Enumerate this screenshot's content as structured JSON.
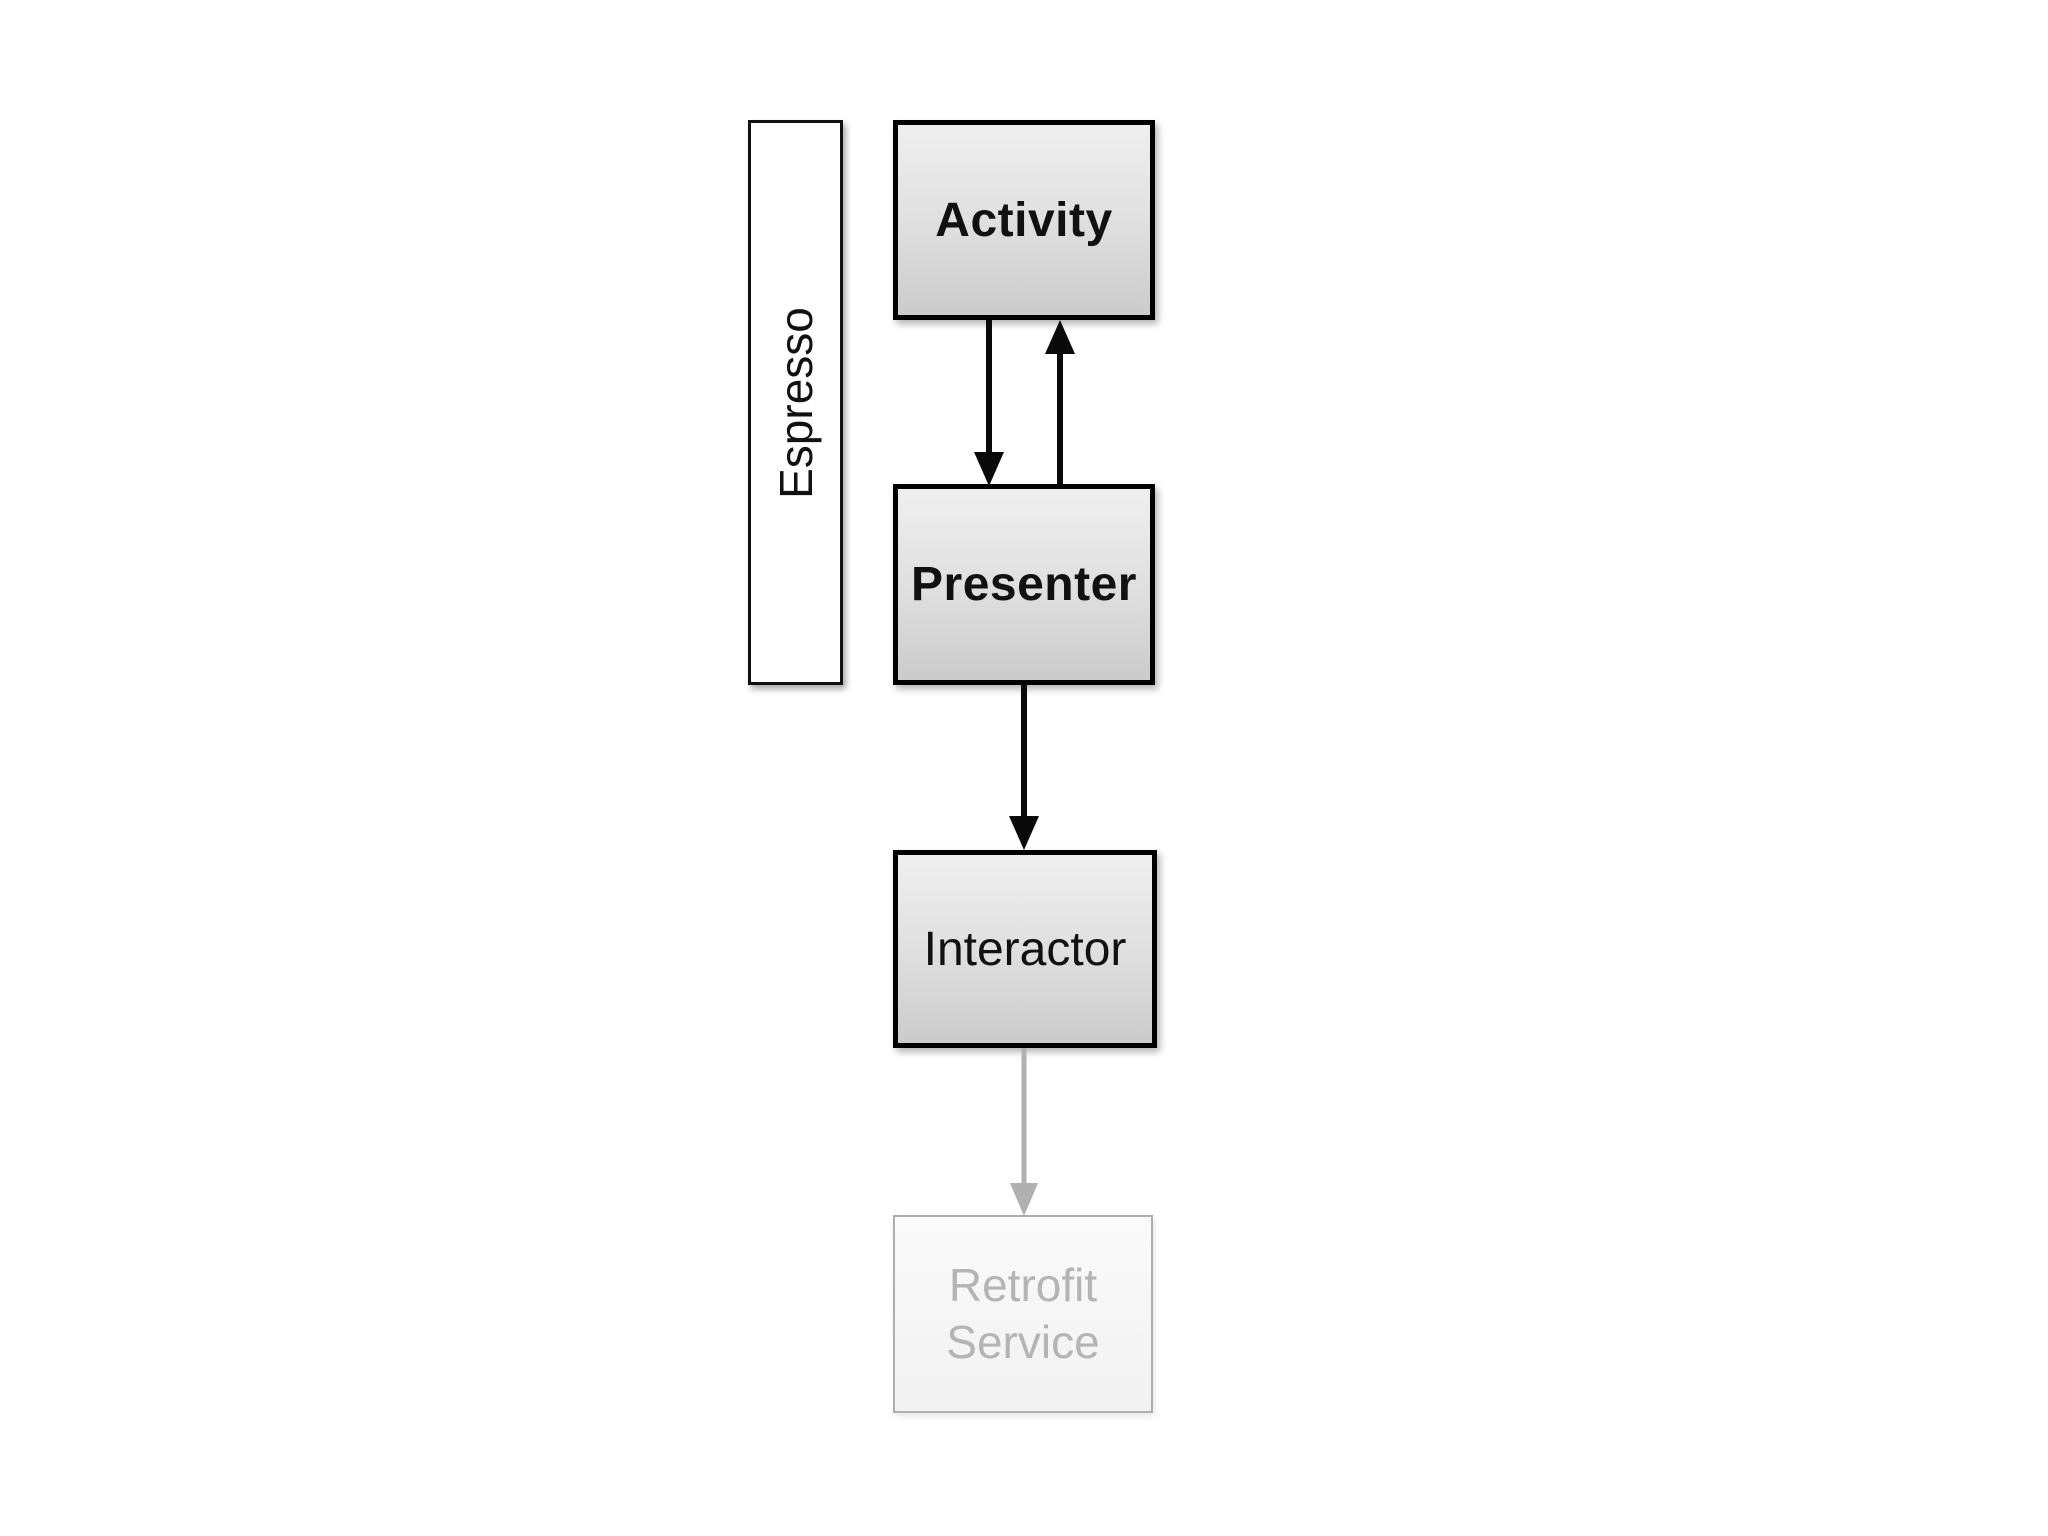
{
  "diagram": {
    "sidebar": {
      "label": "Espresso"
    },
    "nodes": [
      {
        "id": "activity",
        "label": "Activity",
        "emphasis": "bold",
        "state": "active"
      },
      {
        "id": "presenter",
        "label": "Presenter",
        "emphasis": "bold",
        "state": "active"
      },
      {
        "id": "interactor",
        "label": "Interactor",
        "emphasis": "regular",
        "state": "active"
      },
      {
        "id": "retrofit",
        "label": "Retrofit Service",
        "emphasis": "regular",
        "state": "inactive"
      }
    ],
    "edges": [
      {
        "from": "activity",
        "to": "presenter",
        "direction": "down",
        "color": "#000000"
      },
      {
        "from": "presenter",
        "to": "activity",
        "direction": "up",
        "color": "#000000"
      },
      {
        "from": "presenter",
        "to": "interactor",
        "direction": "down",
        "color": "#000000"
      },
      {
        "from": "interactor",
        "to": "retrofit",
        "direction": "down",
        "color": "#b0b0b0"
      }
    ],
    "colors": {
      "active_border": "#000000",
      "inactive_border": "#aeaeae",
      "inactive_text": "#b4b4b4",
      "gray_arrow": "#b0b0b0",
      "node_fill_top": "#efefef",
      "node_fill_bottom": "#cbcbcb"
    }
  }
}
